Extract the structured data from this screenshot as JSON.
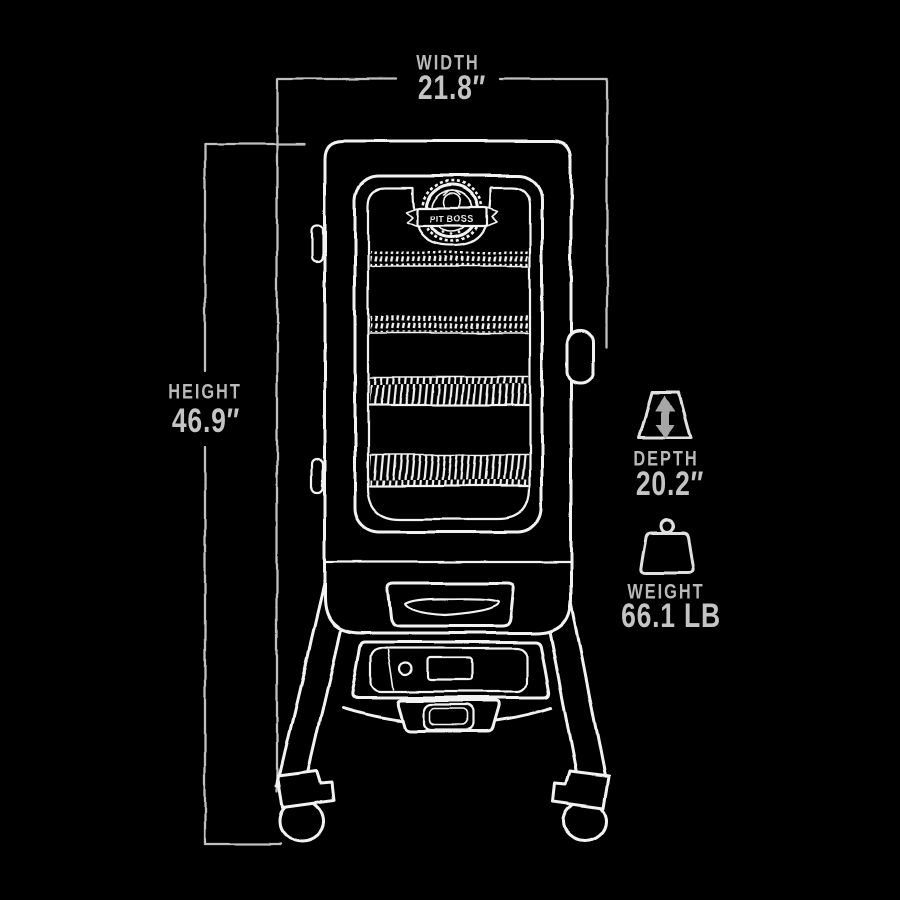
{
  "logo": {
    "text": "PIT BOSS"
  },
  "dimensions": {
    "width": {
      "label": "WIDTH",
      "value": "21.8″"
    },
    "height": {
      "label": "HEIGHT",
      "value": "46.9″"
    },
    "depth": {
      "label": "DEPTH",
      "value": "20.2″",
      "icon": "depth-double-arrow-icon"
    },
    "weight": {
      "label": "WEIGHT",
      "value": "66.1 LB",
      "icon": "weight-kettlebell-icon"
    }
  },
  "illustration": {
    "subject": "vertical pellet smoker line drawing",
    "rack_count": 4
  },
  "colors": {
    "background": "#000000",
    "line": "#f2f2f2",
    "dimension_line": "#c0c0c0",
    "label_text": "#c4c4c4",
    "icon_fill": "#a6a6a6"
  }
}
